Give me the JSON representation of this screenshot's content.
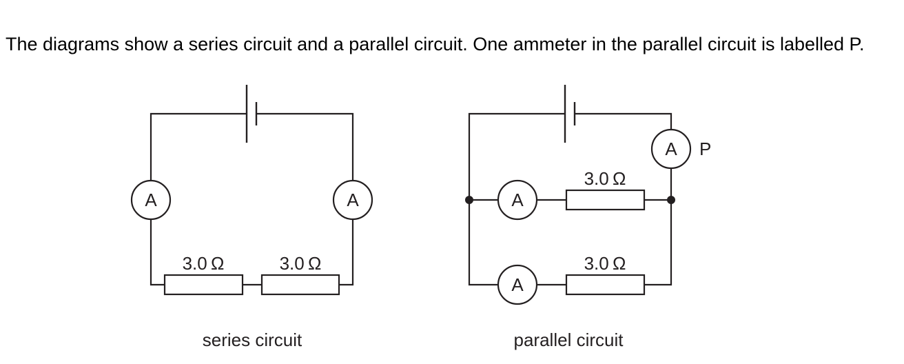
{
  "question": {
    "text": "The diagrams show a series circuit and a parallel circuit. One ammeter in the parallel circuit is labelled P."
  },
  "series_circuit": {
    "caption": "series circuit",
    "components": {
      "cell": "cell",
      "ammeter_left": {
        "symbol": "A"
      },
      "ammeter_right": {
        "symbol": "A"
      },
      "resistor_1": {
        "label": "3.0 Ω"
      },
      "resistor_2": {
        "label": "3.0 Ω"
      }
    }
  },
  "parallel_circuit": {
    "caption": "parallel circuit",
    "components": {
      "cell": "cell",
      "ammeter_p": {
        "symbol": "A",
        "label": "P"
      },
      "ammeter_branch_1": {
        "symbol": "A"
      },
      "ammeter_branch_2": {
        "symbol": "A"
      },
      "resistor_branch_1": {
        "label": "3.0 Ω"
      },
      "resistor_branch_2": {
        "label": "3.0 Ω"
      }
    }
  }
}
